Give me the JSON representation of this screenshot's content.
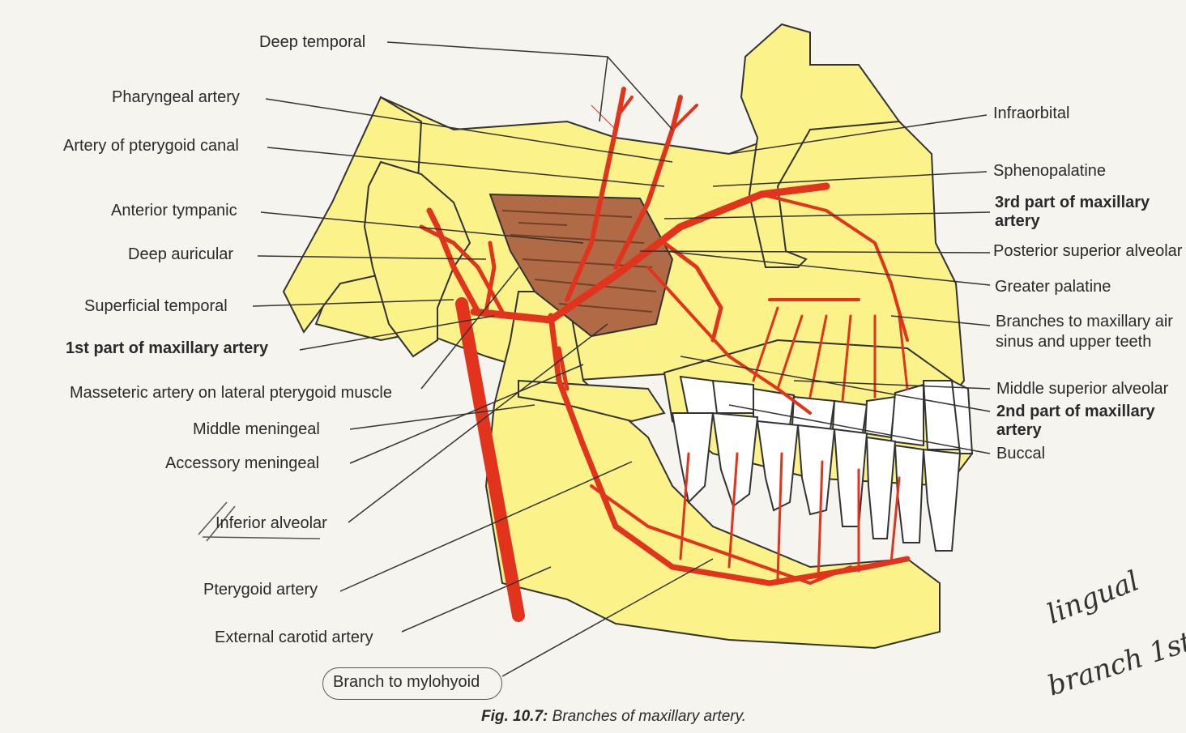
{
  "labels_left": [
    {
      "key": "deep_temporal",
      "text": "Deep temporal"
    },
    {
      "key": "pharyngeal_artery",
      "text": "Pharyngeal artery"
    },
    {
      "key": "artery_pterygoid_canal",
      "text": "Artery of pterygoid canal"
    },
    {
      "key": "anterior_tympanic",
      "text": "Anterior tympanic"
    },
    {
      "key": "deep_auricular",
      "text": "Deep auricular"
    },
    {
      "key": "superficial_temporal",
      "text": "Superficial temporal"
    },
    {
      "key": "first_part",
      "text": "1st part of maxillary artery"
    },
    {
      "key": "masseteric",
      "text": "Masseteric artery on lateral pterygoid muscle"
    },
    {
      "key": "middle_meningeal",
      "text": "Middle meningeal"
    },
    {
      "key": "accessory_meningeal",
      "text": "Accessory meningeal"
    },
    {
      "key": "inferior_alveolar",
      "text": "Inferior alveolar"
    },
    {
      "key": "pterygoid_artery",
      "text": "Pterygoid artery"
    },
    {
      "key": "external_carotid",
      "text": "External carotid artery"
    },
    {
      "key": "branch_mylohyoid",
      "text": "Branch to mylohyoid"
    }
  ],
  "labels_right": [
    {
      "key": "infraorbital",
      "text": "Infraorbital"
    },
    {
      "key": "sphenopalatine",
      "text": "Sphenopalatine"
    },
    {
      "key": "third_part_l1",
      "text": "3rd part of maxillary"
    },
    {
      "key": "third_part_l2",
      "text": "artery"
    },
    {
      "key": "posterior_superior",
      "text": "Posterior superior alveolar"
    },
    {
      "key": "greater_palatine",
      "text": "Greater palatine"
    },
    {
      "key": "branches_sinus_l1",
      "text": "Branches to maxillary air"
    },
    {
      "key": "branches_sinus_l2",
      "text": "sinus and upper teeth"
    },
    {
      "key": "middle_superior",
      "text": "Middle superior alveolar"
    },
    {
      "key": "second_part_l1",
      "text": "2nd part of maxillary"
    },
    {
      "key": "second_part_l2",
      "text": "artery"
    },
    {
      "key": "buccal",
      "text": "Buccal"
    }
  ],
  "caption": {
    "number": "Fig. 10.7:",
    "text": "Branches of maxillary artery."
  },
  "handwriting": {
    "line1": "lingual",
    "line2": "branch 1st"
  },
  "colors": {
    "bone": "#fbf28a",
    "artery": "#e2331c",
    "muscle": "#b06a45",
    "outline": "#333333",
    "paper": "#f5f4ef"
  }
}
